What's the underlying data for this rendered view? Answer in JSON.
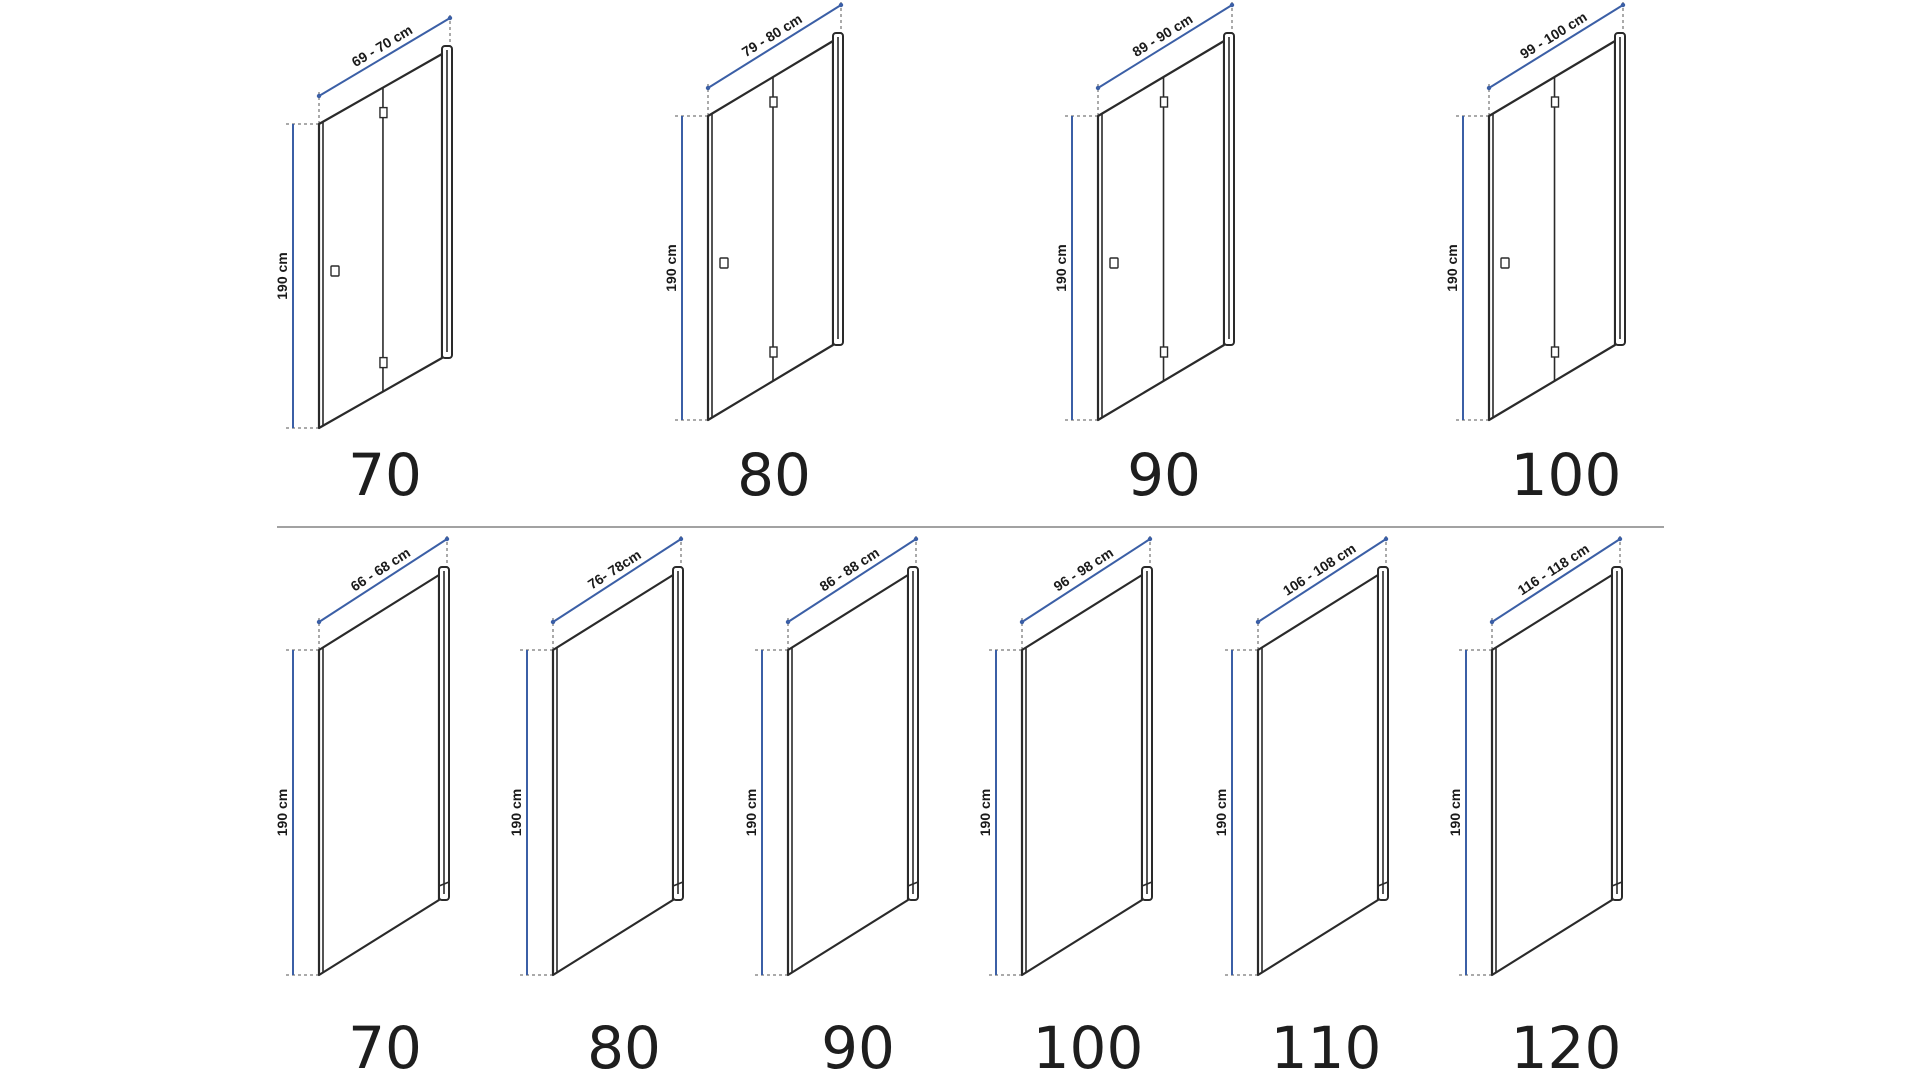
{
  "top_row": {
    "variant": "folding door",
    "items": [
      {
        "size": "70",
        "width_dim": "69 - 70 cm",
        "height_dim": "190 cm"
      },
      {
        "size": "80",
        "width_dim": "79 - 80 cm",
        "height_dim": "190 cm"
      },
      {
        "size": "90",
        "width_dim": "89 - 90 cm",
        "height_dim": "190 cm"
      },
      {
        "size": "100",
        "width_dim": "99 - 100 cm",
        "height_dim": "190 cm"
      }
    ]
  },
  "bottom_row": {
    "variant": "fixed panel",
    "items": [
      {
        "size": "70",
        "width_dim": "66 - 68 cm",
        "height_dim": "190 cm"
      },
      {
        "size": "80",
        "width_dim": "76- 78cm",
        "height_dim": "190 cm"
      },
      {
        "size": "90",
        "width_dim": "86 - 88 cm",
        "height_dim": "190 cm"
      },
      {
        "size": "100",
        "width_dim": "96 - 98 cm",
        "height_dim": "190 cm"
      },
      {
        "size": "110",
        "width_dim": "106 - 108 cm",
        "height_dim": "190 cm"
      },
      {
        "size": "120",
        "width_dim": "116 - 118 cm",
        "height_dim": "190 cm"
      }
    ]
  },
  "colors": {
    "frame": "#2a2a2a",
    "dimension": "#3b5fa6",
    "divider": "#6b6b6b",
    "label": "#1e1e1e"
  },
  "icons": [
    "hinge-icon",
    "handle-icon"
  ]
}
